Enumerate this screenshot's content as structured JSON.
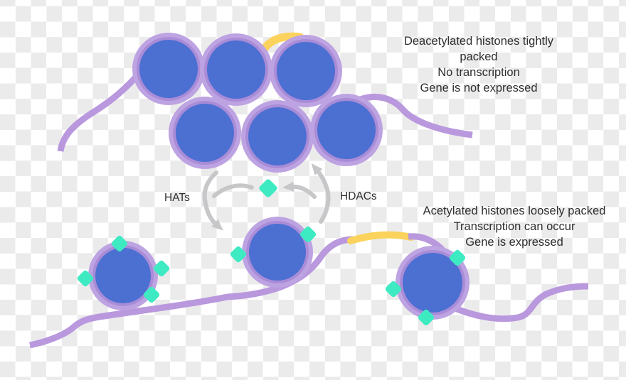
{
  "annotations": {
    "deacetylated": {
      "lines": [
        "Deacetylated histones tightly packed",
        "No transcription",
        "Gene is not expressed"
      ]
    },
    "acetylated": {
      "lines": [
        "Acetylated histones loosely packed",
        "Transcription can occur",
        "Gene is expressed"
      ]
    }
  },
  "enzyme_labels": {
    "hats": "HATs",
    "hdacs": "HDACs"
  },
  "counts": {
    "deacetylated_histones": 6,
    "acetylated_histones": 3,
    "acetyl_groups_on_histones": 9,
    "free_acetyl_groups": 1
  },
  "colors": {
    "histone_ring_outer": "#bda3e2",
    "histone_ring_inner": "#a98cd7",
    "histone_core": "#4c6fd2",
    "dna_strand": "#b998de",
    "gene_segment": "#fbd35c",
    "acetyl_group": "#3eeac2",
    "arrow": "#c7c7c9",
    "text": "#2e2e2e",
    "checker_light": "#ffffff",
    "checker_dark": "#ebebeb"
  }
}
